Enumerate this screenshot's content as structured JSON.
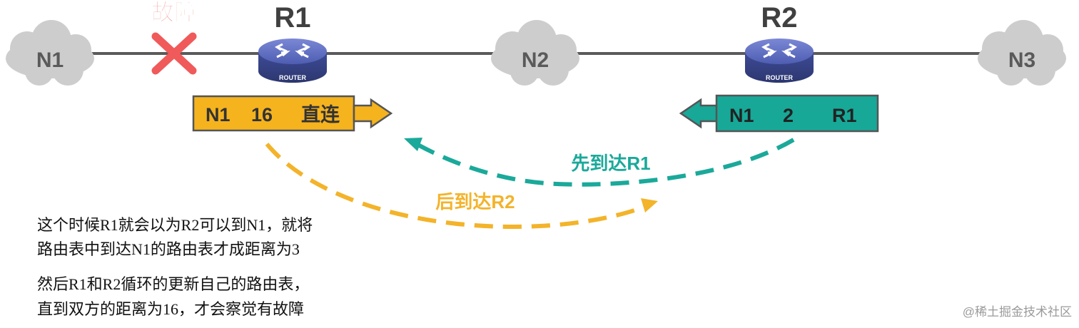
{
  "fault_label": "故障",
  "nodes": {
    "n1": "N1",
    "n2": "N2",
    "n3": "N3",
    "r1": "R1",
    "r2": "R2",
    "router_caption": "ROUTER"
  },
  "tables": {
    "r1": {
      "net": "N1",
      "metric": "16",
      "next_hop": "直连"
    },
    "r2": {
      "net": "N1",
      "metric": "2",
      "next_hop": "R1"
    }
  },
  "arrows": {
    "teal_label": "先到达R1",
    "gold_label": "后到达R2"
  },
  "notes": {
    "line1": "这个时候R1就会以为R2可以到N1，就将",
    "line2": "路由表中到达N1的路由表才成距离为3",
    "line3": "然后R1和R2循环的更新自己的路由表，",
    "line4": "直到双方的距离为16，才会察觉有故障"
  },
  "watermark": "@稀土掘金技术社区",
  "colors": {
    "fault": "#f05a5a",
    "router": "#4f5fb0",
    "cloud": "#cfcfcf",
    "table_r1": "#f5b31e",
    "table_r2": "#17a898",
    "teal": "#1aa99a",
    "gold": "#f3b32a"
  }
}
